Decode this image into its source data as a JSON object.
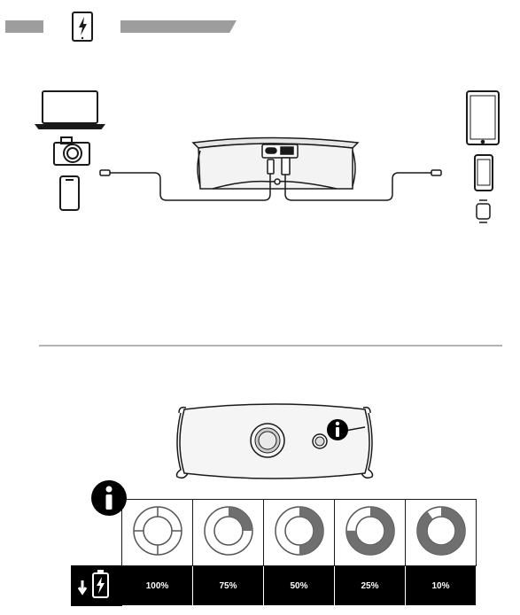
{
  "header": {
    "left_bar_color": "#9d9d9d",
    "right_bar_color": "#9d9d9d",
    "icon": "phone-charging-icon"
  },
  "diagram_top": {
    "left_devices": [
      "laptop-icon",
      "camera-icon",
      "phone-icon"
    ],
    "right_devices": [
      "tablet-icon",
      "phone-icon",
      "smartwatch-icon"
    ],
    "center": "speaker-back-ports",
    "ports": [
      "usb-c",
      "usb-a"
    ]
  },
  "diagram_bottom": {
    "device": "speaker-top-view",
    "callout": "info-icon"
  },
  "battery_levels": {
    "icon": "battery-charging-icon",
    "levels": [
      {
        "label": "100%",
        "fraction": 1.0
      },
      {
        "label": "75%",
        "fraction": 0.75
      },
      {
        "label": "50%",
        "fraction": 0.5
      },
      {
        "label": "25%",
        "fraction": 0.25
      },
      {
        "label": "10%",
        "fraction": 0.1
      }
    ],
    "ring_color": "#6f6f6f"
  }
}
